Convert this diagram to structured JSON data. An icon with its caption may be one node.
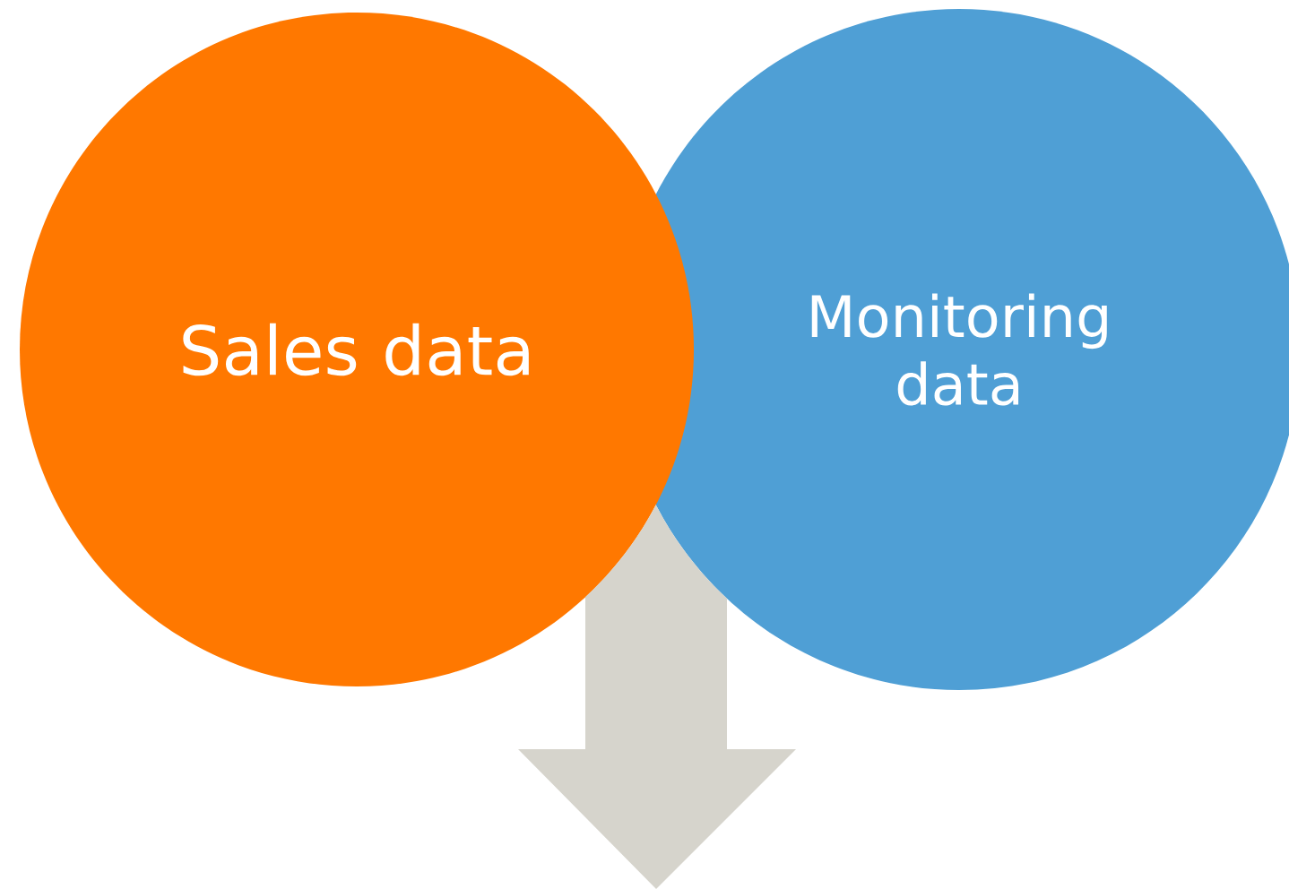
{
  "diagram": {
    "nodes": [
      {
        "text": [
          "Sales data"
        ]
      },
      {
        "text": [
          "Monitoring data"
        ]
      }
    ],
    "edges": [
      {
        "from": 0,
        "to": null,
        "arrow": "to",
        "style": "thick",
        "color": "#d6d4cc"
      },
      {
        "from": 1,
        "to": null,
        "arrow": "to",
        "style": "thick",
        "color": "#d6d4cc"
      }
    ]
  }
}
